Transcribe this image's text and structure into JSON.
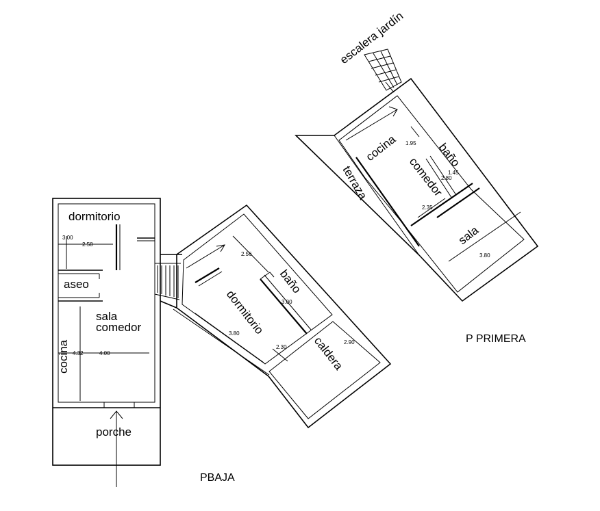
{
  "plans": {
    "ground": {
      "title": "PBAJA",
      "rooms": {
        "dormitorio": "dormitorio",
        "aseo": "aseo",
        "sala_line1": "sala",
        "sala_line2": "comedor",
        "cocina": "cocina",
        "porche": "porche",
        "dormitorio2": "dormitorio",
        "bano": "baño",
        "caldera": "caldera"
      },
      "dimensions": [
        "3.00",
        "2.58",
        "4.32",
        "4.00",
        "2.56",
        "3.00",
        "3.80",
        "2.30",
        "2.90"
      ]
    },
    "first": {
      "title": "P PRIMERA",
      "rooms": {
        "escalera": "escalera jardín",
        "cocina": "cocina",
        "bano": "baño",
        "comedor": "comedor",
        "terraza": "terraza",
        "sala": "sala"
      },
      "dimensions": [
        "1.95",
        "1.45",
        "2.80",
        "2.35",
        "3.80"
      ]
    }
  }
}
